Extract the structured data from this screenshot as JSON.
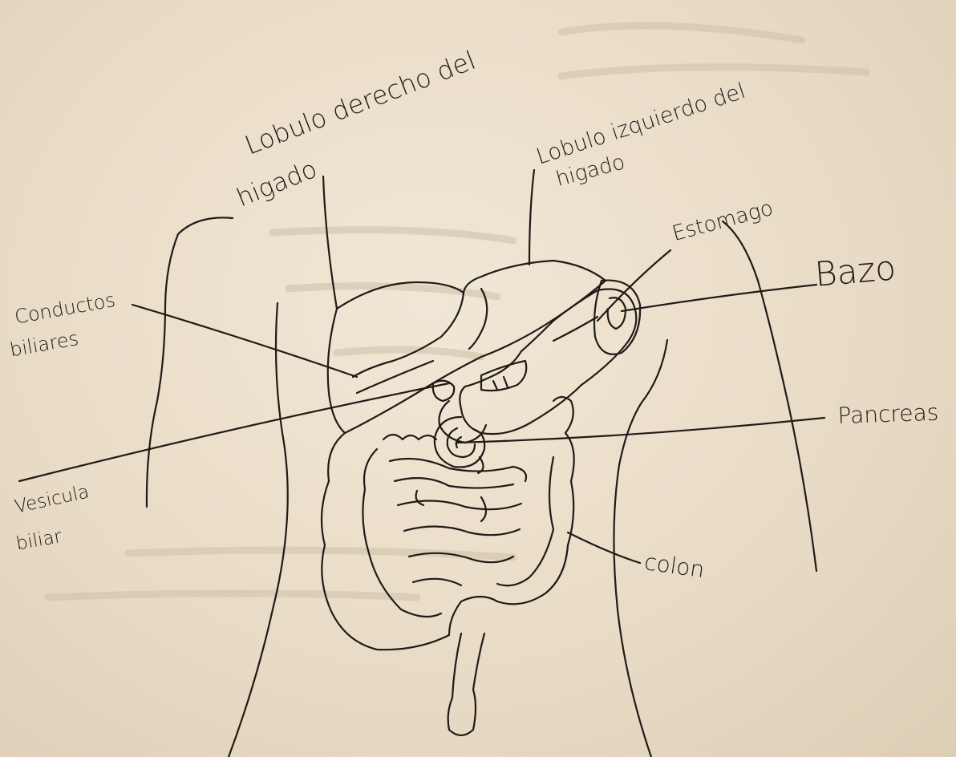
{
  "labels": {
    "lobulo_derecho_line1": "Lobulo derecho del",
    "lobulo_derecho_line2": "higado",
    "lobulo_izquierdo_line1": "Lobulo izquierdo del",
    "lobulo_izquierdo_line2": "higado",
    "estomago": "Estomago",
    "bazo": "Bazo",
    "conductos_line1": "Conductos",
    "conductos_line2": "biliares",
    "pancreas": "Pancreas",
    "vesicula_line1": "Vesicula",
    "vesicula_line2": "biliar",
    "colon": "colon"
  },
  "colors": {
    "ink": "#1e1b18",
    "paper": "#eee3d1"
  }
}
